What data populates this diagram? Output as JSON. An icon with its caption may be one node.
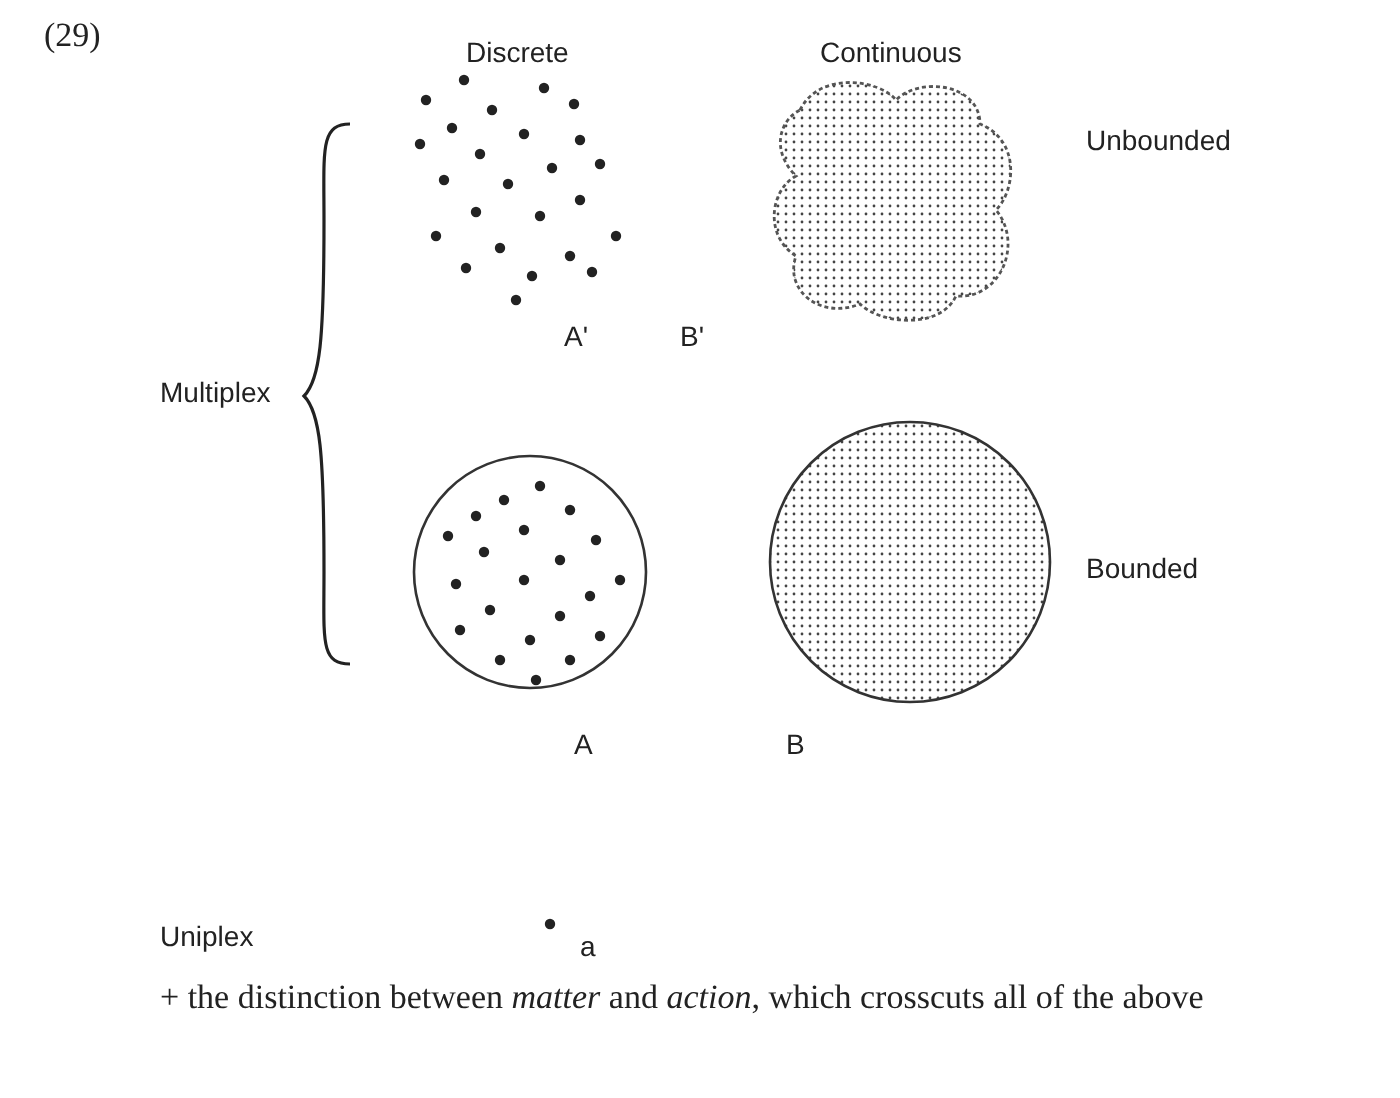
{
  "diagram": {
    "caption": "+ the distinction between *matter* and *action*, which crosscuts all of the above",
    "labels": [
      "(29)",
      "Discrete",
      "Continuous",
      "Unbounded",
      "Multiplex",
      "A'",
      "B'",
      "Bounded",
      "A",
      "B",
      "Uniplex",
      "a"
    ]
  }
}
